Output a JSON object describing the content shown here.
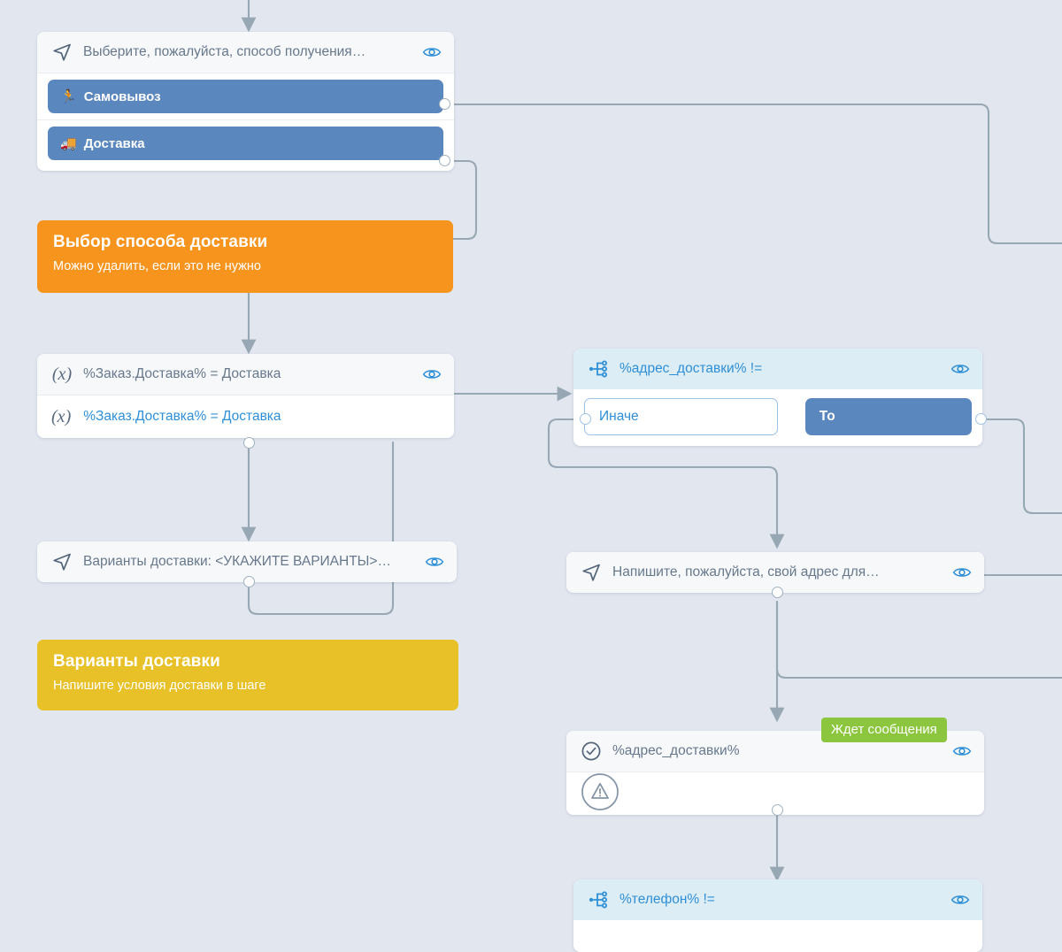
{
  "canvas": {
    "background": "#e2e6ef",
    "edge_color": "#97a8b4"
  },
  "nodes": {
    "pickup_choice": {
      "title": "Выберите, пожалуйста, способ получения…",
      "icon": "send-icon",
      "eye_icon": "eye-icon",
      "buttons": [
        {
          "label": "Самовывоз",
          "icon": "running-person-emoji"
        },
        {
          "label": "Доставка",
          "icon": "delivery-truck-emoji"
        }
      ]
    },
    "order_delivery_condition": {
      "title": "%Заказ.Доставка% = Доставка",
      "icon": "fx-icon",
      "eye_icon": "eye-icon",
      "expression": "%Заказ.Доставка% = Доставка"
    },
    "delivery_variants_msg": {
      "title": "Варианты доставки: <УКАЖИТЕ ВАРИАНТЫ>…",
      "icon": "send-icon",
      "eye_icon": "eye-icon"
    },
    "address_condition": {
      "title": "%адрес_доставки% !=",
      "icon": "branch-icon",
      "eye_icon": "eye-icon",
      "branches": {
        "else_label": "Иначе",
        "then_label": "То"
      }
    },
    "write_address_msg": {
      "title": "Напишите, пожалуйста, свой адрес для…",
      "icon": "send-icon",
      "eye_icon": "eye-icon"
    },
    "address_capture": {
      "title": "%адрес_доставки%",
      "icon": "check-circle-icon",
      "eye_icon": "eye-icon",
      "warning_icon": "warning-triangle-icon",
      "badge": "Ждет сообщения"
    },
    "phone_condition": {
      "title": "%телефон% !=",
      "icon": "branch-icon",
      "eye_icon": "eye-icon"
    }
  },
  "notes": [
    {
      "id": "delivery-method-note",
      "title": "Выбор способа доставки",
      "body": "Можно удалить, если это не нужно",
      "color": "#f7941e"
    },
    {
      "id": "delivery-variants-note",
      "title": "Варианты доставки",
      "body": "Напишите условия доставки в шаге",
      "color": "#e8c028"
    }
  ],
  "colors": {
    "accent_blue": "#2f8fd6",
    "button_blue": "#5b87bf",
    "note_orange": "#f7941e",
    "note_yellow": "#e8c028",
    "badge_green": "#8cc63e",
    "cond_header": "#dcedf5"
  }
}
